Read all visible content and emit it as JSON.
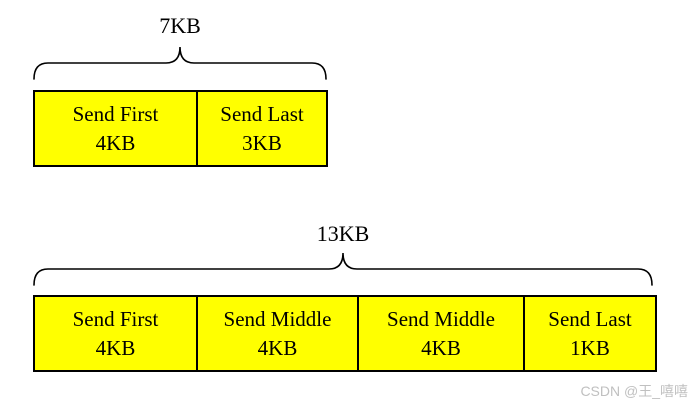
{
  "colors": {
    "segment_fill": "#ffff00",
    "segment_border": "#000000",
    "text": "#000000",
    "watermark_text": "#c0c0c0",
    "background": "#ffffff"
  },
  "diagram": {
    "groups": [
      {
        "total_label": "7KB",
        "segments": [
          {
            "label": "Send First",
            "size": "4KB"
          },
          {
            "label": "Send Last",
            "size": "3KB"
          }
        ]
      },
      {
        "total_label": "13KB",
        "segments": [
          {
            "label": "Send First",
            "size": "4KB"
          },
          {
            "label": "Send Middle",
            "size": "4KB"
          },
          {
            "label": "Send Middle",
            "size": "4KB"
          },
          {
            "label": "Send Last",
            "size": "1KB"
          }
        ]
      }
    ]
  },
  "watermark": "CSDN @王_嘻嘻"
}
